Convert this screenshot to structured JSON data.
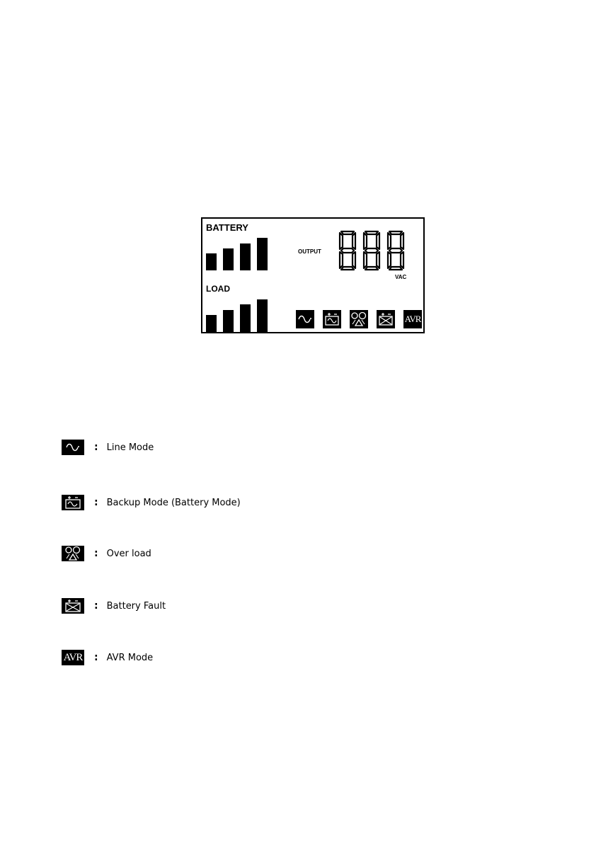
{
  "panel": {
    "battery_label": "BATTERY",
    "load_label": "LOAD",
    "output_label": "OUTPUT",
    "unit_label": "VAC",
    "digits": "888",
    "battery_levels": 4,
    "load_levels": 4,
    "icons": [
      "line-mode-icon",
      "backup-mode-icon",
      "overload-icon",
      "battery-fault-icon",
      "avr-icon"
    ],
    "avr_icon_text": "AVR"
  },
  "legend": [
    {
      "icon": "line-mode-icon",
      "colon": ":",
      "label": "Line Mode"
    },
    {
      "icon": "backup-mode-icon",
      "colon": ":",
      "label": "Backup Mode (Battery Mode)"
    },
    {
      "icon": "overload-icon",
      "colon": ":",
      "label": "Over load"
    },
    {
      "icon": "battery-fault-icon",
      "colon": ":",
      "label": "Battery Fault"
    },
    {
      "icon": "avr-icon",
      "colon": ":",
      "label": "AVR Mode",
      "icon_text": "AVR"
    }
  ]
}
